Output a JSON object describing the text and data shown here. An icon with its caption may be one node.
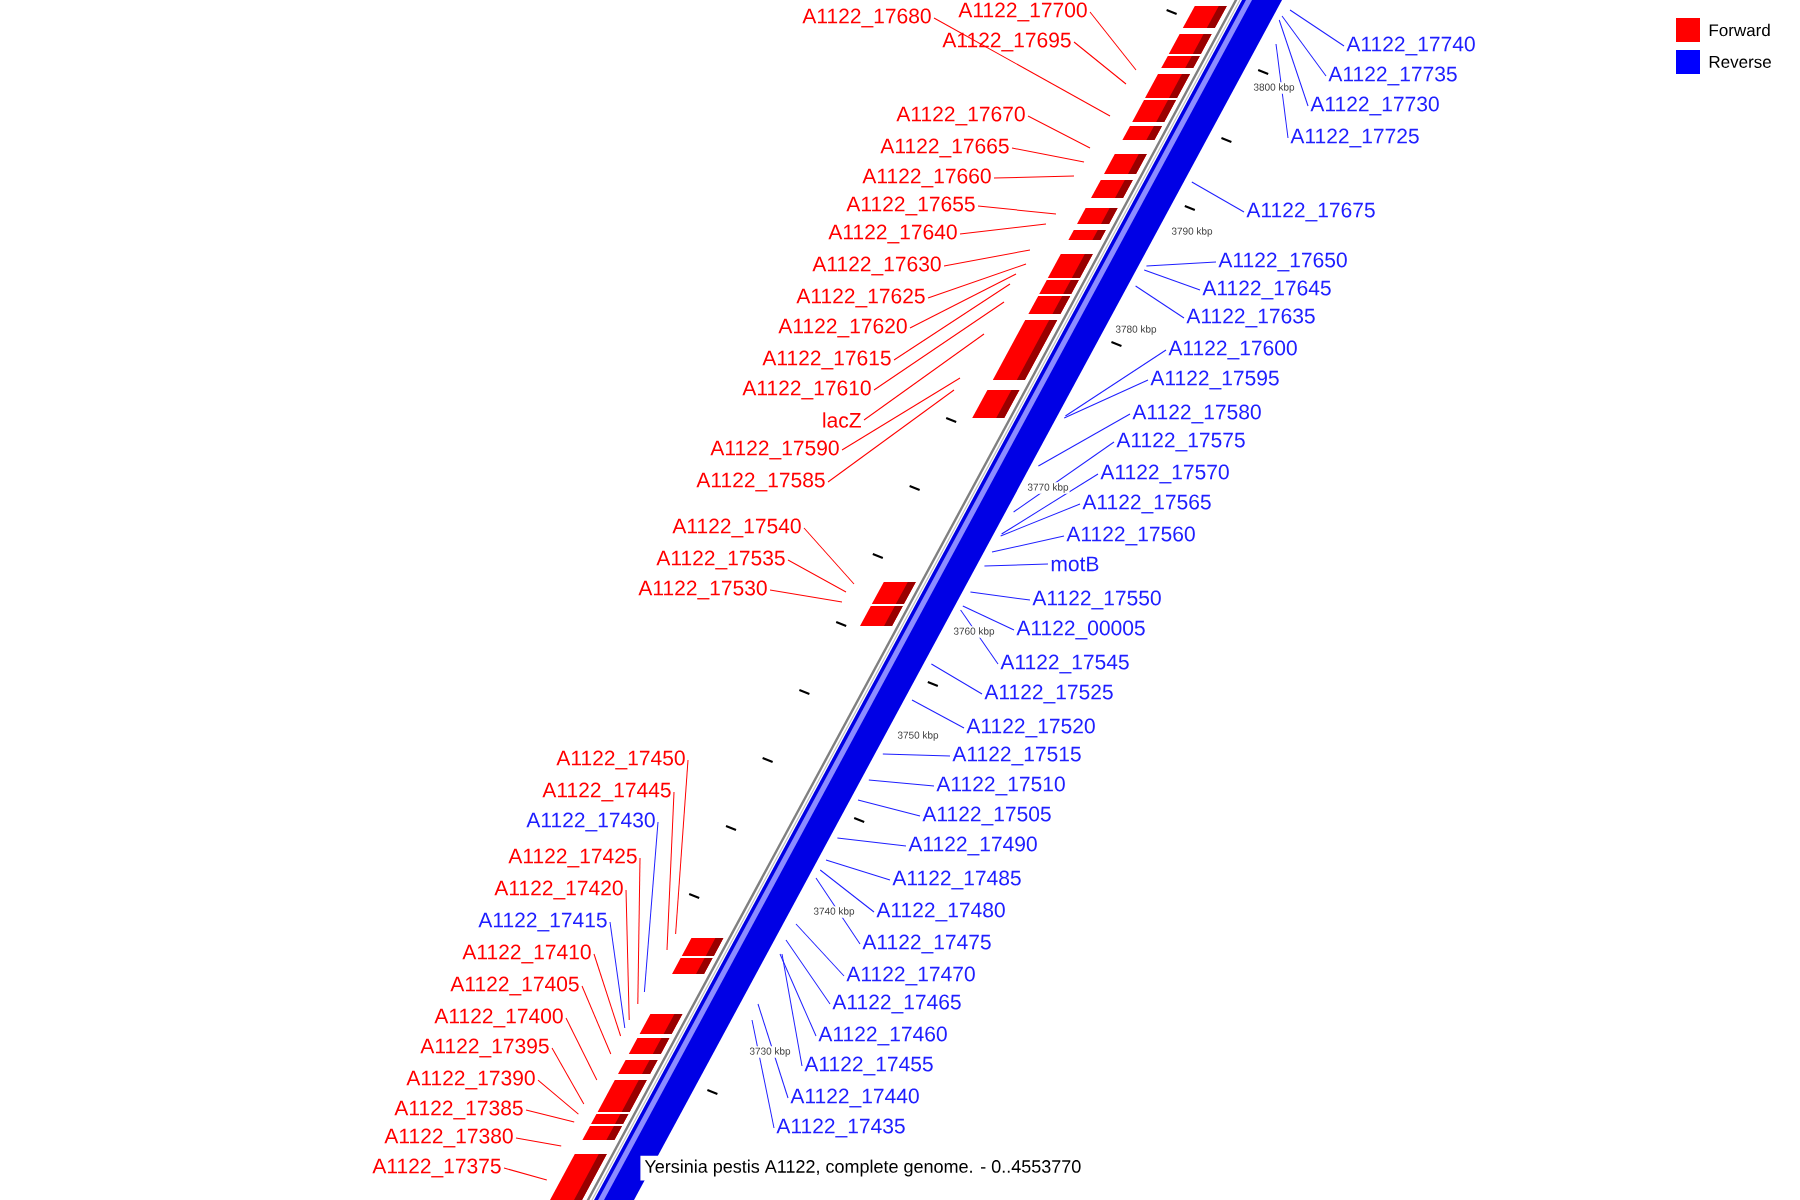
{
  "diagram": {
    "caption": "Yersinia pestis A1122, complete genome. - 0..4553770",
    "nodes": [
      {
        "text": [
          "A1122_17680"
        ]
      },
      {
        "text": [
          "A1122_17700"
        ]
      },
      {
        "text": [
          "A1122_17695"
        ]
      },
      {
        "text": [
          "A1122_17670"
        ]
      },
      {
        "text": [
          "A1122_17665"
        ]
      },
      {
        "text": [
          "A1122_17660"
        ]
      },
      {
        "text": [
          "A1122_17655"
        ]
      },
      {
        "text": [
          "A1122_17640"
        ]
      },
      {
        "text": [
          "A1122_17630"
        ]
      },
      {
        "text": [
          "A1122_17625"
        ]
      },
      {
        "text": [
          "A1122_17620"
        ]
      },
      {
        "text": [
          "A1122_17615"
        ]
      },
      {
        "text": [
          "A1122_17610"
        ]
      },
      {
        "text": [
          "lacZ"
        ]
      },
      {
        "text": [
          "A1122_17590"
        ]
      },
      {
        "text": [
          "A1122_17585"
        ]
      },
      {
        "text": [
          "A1122_17540"
        ]
      },
      {
        "text": [
          "A1122_17535"
        ]
      },
      {
        "text": [
          "A1122_17530"
        ]
      },
      {
        "text": [
          "A1122_17450"
        ]
      },
      {
        "text": [
          "A1122_17445"
        ]
      },
      {
        "text": [
          "A1122_17430"
        ]
      },
      {
        "text": [
          "A1122_17425"
        ]
      },
      {
        "text": [
          "A1122_17420"
        ]
      },
      {
        "text": [
          "A1122_17415"
        ]
      },
      {
        "text": [
          "A1122_17410"
        ]
      },
      {
        "text": [
          "A1122_17405"
        ]
      },
      {
        "text": [
          "A1122_17400"
        ]
      },
      {
        "text": [
          "A1122_17395"
        ]
      },
      {
        "text": [
          "A1122_17390"
        ]
      },
      {
        "text": [
          "A1122_17385"
        ]
      },
      {
        "text": [
          "A1122_17380"
        ]
      },
      {
        "text": [
          "A1122_17375"
        ]
      },
      {
        "text": [
          "A1122_17740"
        ]
      },
      {
        "text": [
          "A1122_17735"
        ]
      },
      {
        "text": [
          "A1122_17730"
        ]
      },
      {
        "text": [
          "A1122_17725"
        ]
      },
      {
        "text": [
          "A1122_17675"
        ]
      },
      {
        "text": [
          "A1122_17650"
        ]
      },
      {
        "text": [
          "A1122_17645"
        ]
      },
      {
        "text": [
          "A1122_17635"
        ]
      },
      {
        "text": [
          "A1122_17600"
        ]
      },
      {
        "text": [
          "A1122_17595"
        ]
      },
      {
        "text": [
          "A1122_17580"
        ]
      },
      {
        "text": [
          "A1122_17575"
        ]
      },
      {
        "text": [
          "A1122_17570"
        ]
      },
      {
        "text": [
          "A1122_17565"
        ]
      },
      {
        "text": [
          "A1122_17560"
        ]
      },
      {
        "text": [
          "motB"
        ]
      },
      {
        "text": [
          "A1122_17550"
        ]
      },
      {
        "text": [
          "A1122_00005"
        ]
      },
      {
        "text": [
          "A1122_17545"
        ]
      },
      {
        "text": [
          "A1122_17525"
        ]
      },
      {
        "text": [
          "A1122_17520"
        ]
      },
      {
        "text": [
          "A1122_17515"
        ]
      },
      {
        "text": [
          "A1122_17510"
        ]
      },
      {
        "text": [
          "A1122_17505"
        ]
      },
      {
        "text": [
          "A1122_17490"
        ]
      },
      {
        "text": [
          "A1122_17485"
        ]
      },
      {
        "text": [
          "A1122_17480"
        ]
      },
      {
        "text": [
          "A1122_17475"
        ]
      },
      {
        "text": [
          "A1122_17470"
        ]
      },
      {
        "text": [
          "A1122_17465"
        ]
      },
      {
        "text": [
          "A1122_17460"
        ]
      },
      {
        "text": [
          "A1122_17455"
        ]
      },
      {
        "text": [
          "A1122_17440"
        ]
      },
      {
        "text": [
          "A1122_17435"
        ]
      }
    ],
    "edges": [
      {
        "from": 0,
        "to": null,
        "arrow": "none",
        "color": "#ff0000"
      },
      {
        "from": 1,
        "to": null,
        "arrow": "none",
        "color": "#ff0000"
      },
      {
        "from": 2,
        "to": null,
        "arrow": "none",
        "color": "#ff0000"
      },
      {
        "from": 3,
        "to": null,
        "arrow": "none",
        "color": "#ff0000"
      },
      {
        "from": 4,
        "to": null,
        "arrow": "none",
        "color": "#ff0000"
      },
      {
        "from": 5,
        "to": null,
        "arrow": "none",
        "color": "#ff0000"
      },
      {
        "from": 6,
        "to": null,
        "arrow": "none",
        "color": "#ff0000"
      },
      {
        "from": 7,
        "to": null,
        "arrow": "none",
        "color": "#ff0000"
      },
      {
        "from": 8,
        "to": null,
        "arrow": "none",
        "color": "#ff0000"
      },
      {
        "from": 9,
        "to": null,
        "arrow": "none",
        "color": "#ff0000"
      },
      {
        "from": 10,
        "to": null,
        "arrow": "none",
        "color": "#ff0000"
      },
      {
        "from": 11,
        "to": null,
        "arrow": "none",
        "color": "#ff0000"
      },
      {
        "from": 12,
        "to": null,
        "arrow": "none",
        "color": "#ff0000"
      },
      {
        "from": 13,
        "to": null,
        "arrow": "none",
        "color": "#ff0000"
      },
      {
        "from": 14,
        "to": null,
        "arrow": "none",
        "color": "#ff0000"
      },
      {
        "from": 15,
        "to": null,
        "arrow": "none",
        "color": "#ff0000"
      },
      {
        "from": 16,
        "to": null,
        "arrow": "none",
        "color": "#ff0000"
      },
      {
        "from": 17,
        "to": null,
        "arrow": "none",
        "color": "#ff0000"
      },
      {
        "from": 18,
        "to": null,
        "arrow": "none",
        "color": "#ff0000"
      },
      {
        "from": 19,
        "to": null,
        "arrow": "none",
        "color": "#ff0000"
      },
      {
        "from": 20,
        "to": null,
        "arrow": "none",
        "color": "#ff0000"
      },
      {
        "from": 21,
        "to": null,
        "arrow": "none"
      },
      {
        "from": 22,
        "to": null,
        "arrow": "none",
        "color": "#ff0000"
      },
      {
        "from": 23,
        "to": null,
        "arrow": "none",
        "color": "#ff0000"
      },
      {
        "from": 24,
        "to": null,
        "arrow": "none"
      },
      {
        "from": 25,
        "to": null,
        "arrow": "none",
        "color": "#ff0000"
      },
      {
        "from": 26,
        "to": null,
        "arrow": "none",
        "color": "#ff0000"
      },
      {
        "from": 27,
        "to": null,
        "arrow": "none",
        "color": "#ff0000"
      },
      {
        "from": 28,
        "to": null,
        "arrow": "none",
        "color": "#ff0000"
      },
      {
        "from": 29,
        "to": null,
        "arrow": "none",
        "color": "#ff0000"
      },
      {
        "from": 30,
        "to": null,
        "arrow": "none",
        "color": "#ff0000"
      },
      {
        "from": 31,
        "to": null,
        "arrow": "none",
        "color": "#ff0000"
      },
      {
        "from": 32,
        "to": null,
        "arrow": "none",
        "color": "#ff0000"
      },
      {
        "from": 33,
        "to": null,
        "arrow": "none"
      },
      {
        "from": 34,
        "to": null,
        "arrow": "none"
      },
      {
        "from": 35,
        "to": null,
        "arrow": "none"
      },
      {
        "from": 36,
        "to": null,
        "arrow": "none"
      },
      {
        "from": 37,
        "to": null,
        "arrow": "none"
      },
      {
        "from": 38,
        "to": null,
        "arrow": "none"
      },
      {
        "from": 39,
        "to": null,
        "arrow": "none"
      },
      {
        "from": 40,
        "to": null,
        "arrow": "none"
      },
      {
        "from": 41,
        "to": null,
        "arrow": "none"
      },
      {
        "from": 42,
        "to": null,
        "arrow": "none"
      },
      {
        "from": 43,
        "to": null,
        "arrow": "none"
      },
      {
        "from": 44,
        "to": null,
        "arrow": "none"
      },
      {
        "from": 45,
        "to": null,
        "arrow": "none"
      },
      {
        "from": 46,
        "to": null,
        "arrow": "none"
      },
      {
        "from": 47,
        "to": null,
        "arrow": "none"
      },
      {
        "from": 48,
        "to": null,
        "arrow": "none"
      },
      {
        "from": 49,
        "to": null,
        "arrow": "none"
      },
      {
        "from": 50,
        "to": null,
        "arrow": "none"
      },
      {
        "from": 51,
        "to": null,
        "arrow": "none"
      },
      {
        "from": 52,
        "to": null,
        "arrow": "none"
      },
      {
        "from": 53,
        "to": null,
        "arrow": "none"
      },
      {
        "from": 54,
        "to": null,
        "arrow": "none"
      },
      {
        "from": 55,
        "to": null,
        "arrow": "none"
      },
      {
        "from": 56,
        "to": null,
        "arrow": "none"
      },
      {
        "from": 57,
        "to": null,
        "arrow": "none"
      },
      {
        "from": 58,
        "to": null,
        "arrow": "none"
      },
      {
        "from": 59,
        "to": null,
        "arrow": "none"
      },
      {
        "from": 60,
        "to": null,
        "arrow": "none"
      },
      {
        "from": 61,
        "to": null,
        "arrow": "none"
      },
      {
        "from": 62,
        "to": null,
        "arrow": "none"
      },
      {
        "from": 63,
        "to": null,
        "arrow": "none"
      },
      {
        "from": 64,
        "to": null,
        "arrow": "none"
      },
      {
        "from": 65,
        "to": null,
        "arrow": "none"
      },
      {
        "from": 66,
        "to": null,
        "arrow": "none"
      }
    ],
    "labels": [
      "3800 kbp",
      "3790 kbp",
      "3780 kbp",
      "3770 kbp",
      "3760 kbp",
      "3750 kbp",
      "3740 kbp",
      "3730 kbp"
    ],
    "legend": [
      {
        "text": "Forward",
        "color": "#ff0000"
      },
      {
        "text": "Reverse",
        "color": "#0000ff"
      }
    ]
  }
}
